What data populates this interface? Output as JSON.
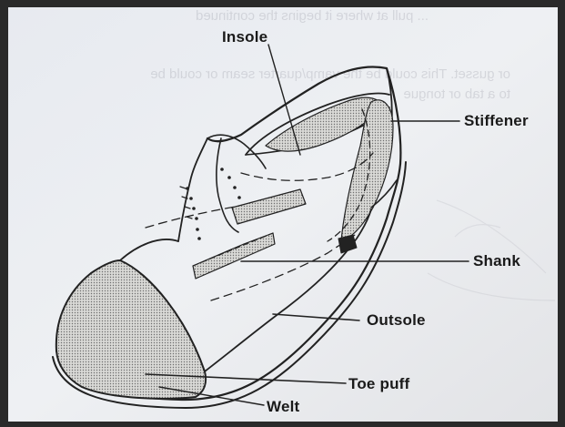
{
  "diagram": {
    "labels": {
      "insole": "Insole",
      "stiffener": "Stiffener",
      "shank": "Shank",
      "outsole": "Outsole",
      "toe_puff": "Toe puff",
      "welt": "Welt"
    },
    "background_text": {
      "line1": "or gusset. This could be the vamp/quarter seam or could be",
      "line2": "to a tab or tongue",
      "line3": "... pull at where it begins the continued"
    }
  }
}
